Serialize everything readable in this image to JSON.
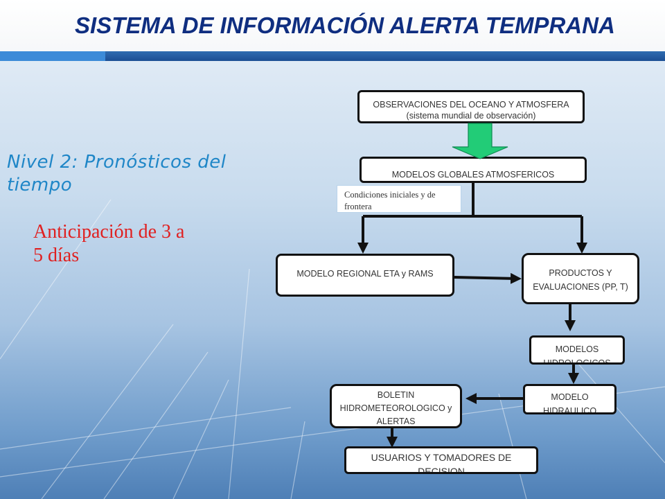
{
  "slide": {
    "title": "SISTEMA DE INFORMACIÓN  ALERTA TEMPRANA",
    "subtitle": "Nivel 2:  Pronósticos del tiempo",
    "anticipation": "Anticipación de 3 a 5 días"
  },
  "diagram": {
    "observaciones": {
      "line1": "OBSERVACIONES  DEL OCEANO Y ATMOSFERA",
      "line2": "(sistema mundial de observación)"
    },
    "modelos_globales": "MODELOS GLOBALES ATMOSFERICOS",
    "condiciones": "Condiciones iniciales  y de frontera",
    "modelo_regional": "MODELO REGIONAL ETA y RAMS",
    "productos": "PRODUCTOS Y EVALUACIONES (PP, T)",
    "modelos_hidrologicos": "MODELOS HIDROLOGICOS",
    "modelo_hidraulico": "MODELO HIDRAULICO",
    "boletin": "BOLETIN HIDROMETEOROLOGICO y ALERTAS",
    "usuarios": "USUARIOS  Y TOMADORES  DE DECISION"
  },
  "colors": {
    "title": "#0f2e80",
    "subtitle": "#1f86c7",
    "anticipation": "#e02020",
    "big_arrow": "#22cc77"
  }
}
